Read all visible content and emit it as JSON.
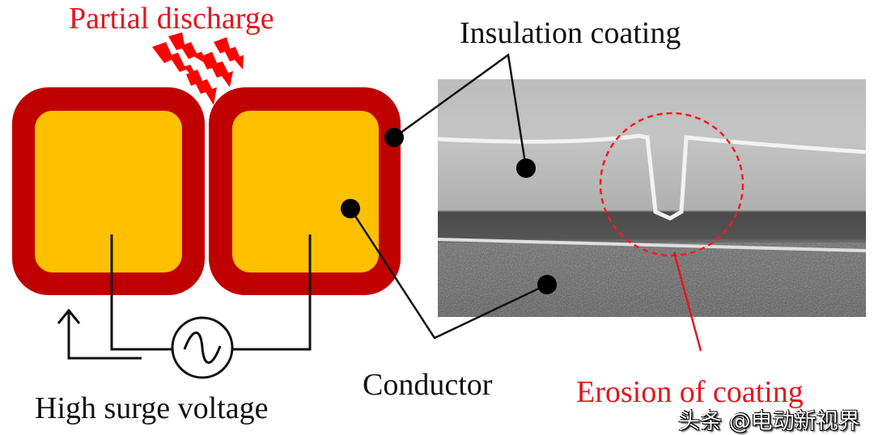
{
  "labels": {
    "partial_discharge": "Partial discharge",
    "insulation_coating": "Insulation coating",
    "conductor": "Conductor",
    "high_surge_voltage": "High surge voltage",
    "erosion_of_coating": "Erosion of coating"
  },
  "watermark": "头条 @电动新视界",
  "colors": {
    "insulation": "#c00000",
    "conductor": "#ffc000",
    "discharge": "#ff0000",
    "label_red": "#e8141c"
  }
}
